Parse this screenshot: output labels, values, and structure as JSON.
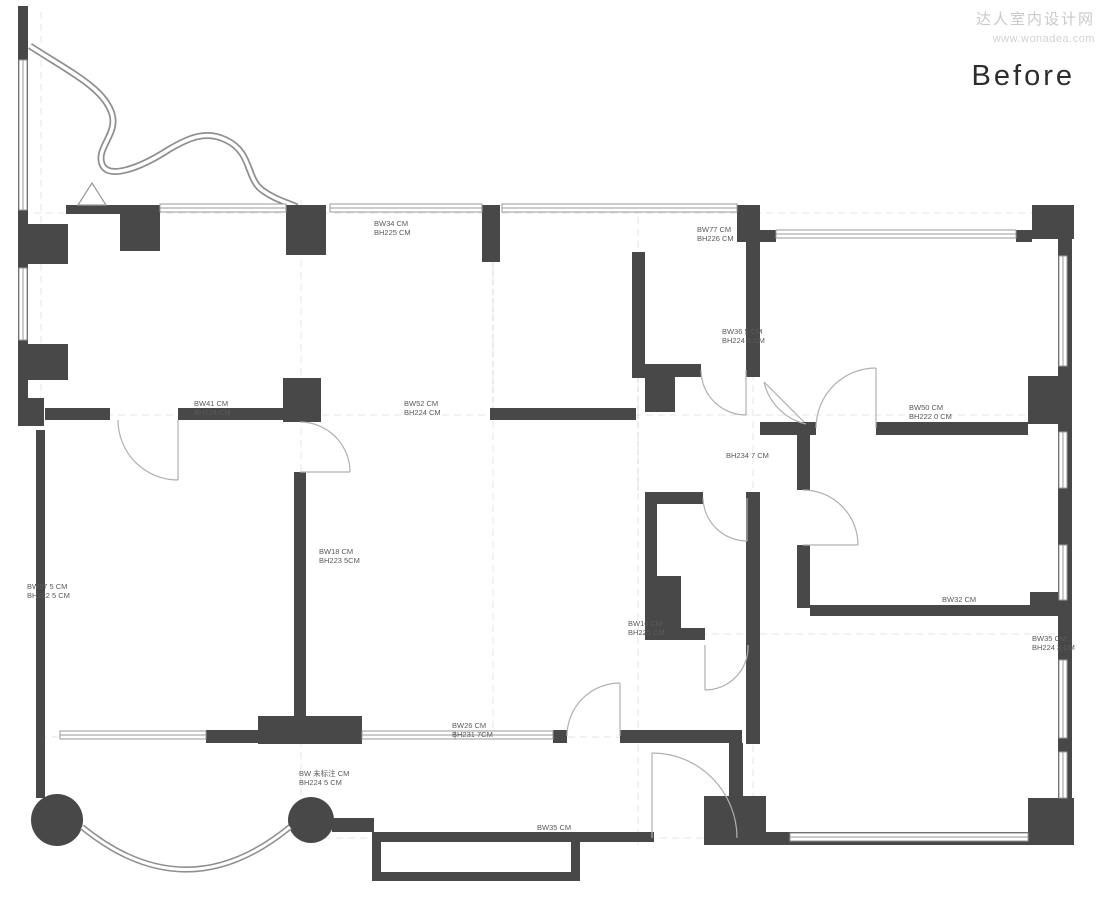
{
  "watermark": {
    "brand": "达人室内设计网",
    "url": "www.wonadea.com"
  },
  "title": "Before",
  "colors": {
    "wall": "#484848",
    "label_text": "#5a5a5a",
    "line": "#9a9a9a",
    "watermark": "#c9c9c9"
  },
  "labels": [
    {
      "l1": "BW34 CM",
      "l2": "BH225 CM"
    },
    {
      "l1": "BW77 CM",
      "l2": "BH226 CM"
    },
    {
      "l1": "BW36 5 CM",
      "l2": "BH224 5 CM"
    },
    {
      "l1": "BW41 CM",
      "l2": "BH224 CM"
    },
    {
      "l1": "BW52 CM",
      "l2": "BH224 CM"
    },
    {
      "l1": "BW50 CM",
      "l2": "BH222 0 CM"
    },
    {
      "l1": "BH234 7 CM"
    },
    {
      "l1": "BW18 CM",
      "l2": "BH223 5CM"
    },
    {
      "l1": "BW37 5 CM",
      "l2": "BH222 5 CM"
    },
    {
      "l1": "BW32 CM"
    },
    {
      "l1": "BW35 CM",
      "l2": "BH224 3 CM"
    },
    {
      "l1": "BW16 CM",
      "l2": "BH225 CM"
    },
    {
      "l1": "BW26 CM",
      "l2": "BH231 7CM"
    },
    {
      "l1": "BW 未标注 CM",
      "l2": "BH224 5 CM"
    },
    {
      "l1": "BW35 CM"
    }
  ]
}
